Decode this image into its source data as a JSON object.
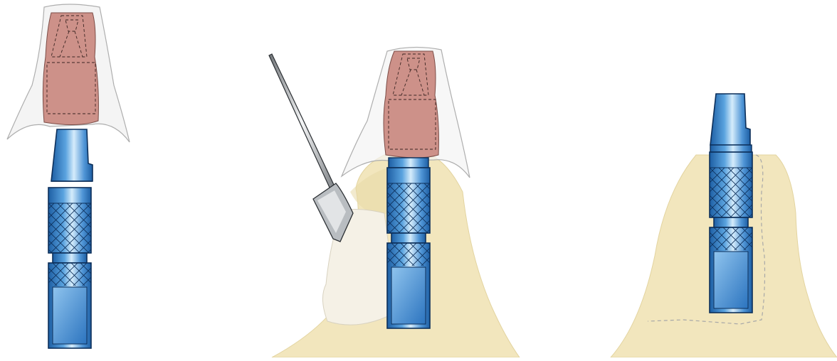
{
  "figure": {
    "panels": [
      {
        "id": "panel-1",
        "content": "implant-abutment-with-crown-separated"
      },
      {
        "id": "panel-2",
        "content": "implant-with-crown-and-bone-graft-instrument"
      },
      {
        "id": "panel-3",
        "content": "implant-in-bone-with-graft-outline"
      }
    ],
    "colors": {
      "bone": "#f2e6bd",
      "bone_stroke": "#e3d4a0",
      "graft": "#f5f1e6",
      "tissue": "#f4f4f4",
      "crown": "#cd9189",
      "implant_dark": "#1d5ea3",
      "implant_mid": "#4f95d6",
      "implant_light": "#d5ecfb",
      "instrument": "#b9bdc1"
    }
  }
}
